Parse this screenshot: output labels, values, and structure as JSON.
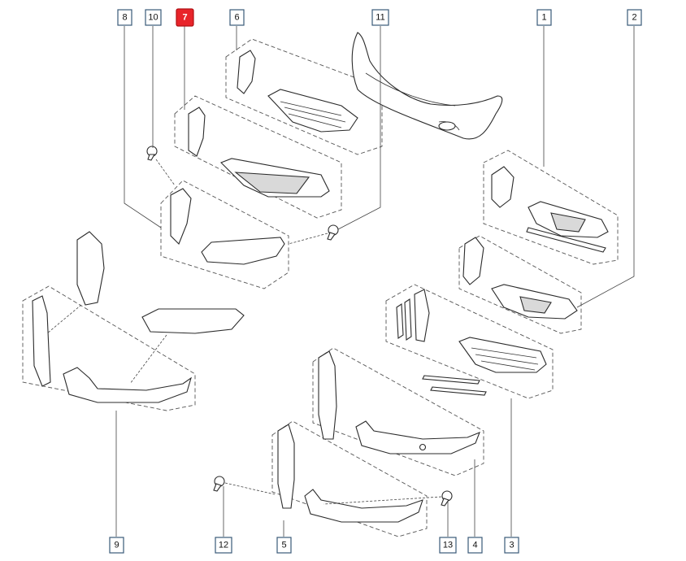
{
  "callouts": {
    "c1": "1",
    "c2": "2",
    "c3": "3",
    "c4": "4",
    "c5": "5",
    "c6": "6",
    "c7": "7",
    "c8": "8",
    "c9": "9",
    "c10": "10",
    "c11": "11",
    "c12": "12",
    "c13": "13"
  },
  "highlighted_callout": "7",
  "colors": {
    "highlight": "#e8242a",
    "callout_border": "#3a5a78"
  }
}
